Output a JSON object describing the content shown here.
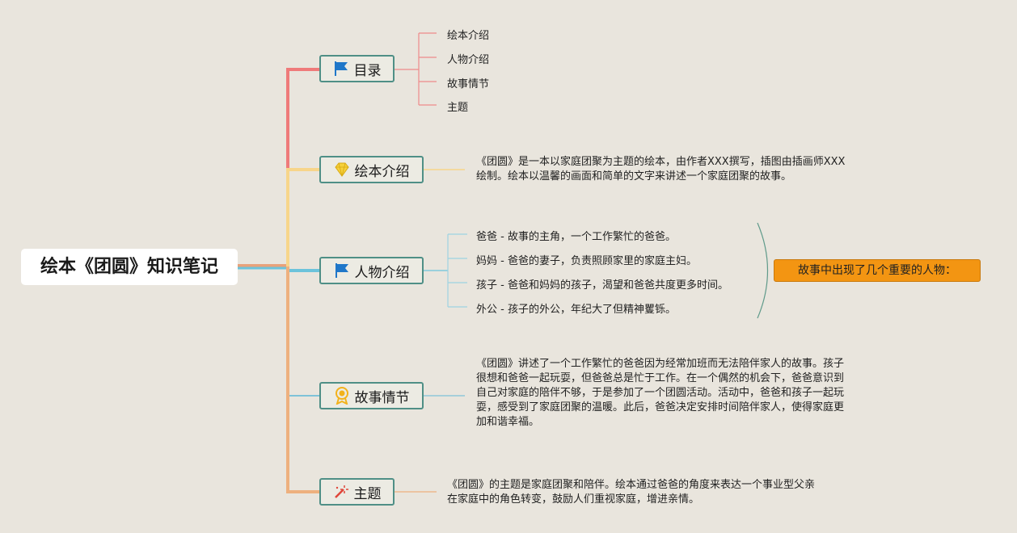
{
  "root": {
    "title": "绘本《团圆》知识笔记"
  },
  "branches": [
    {
      "label": "目录",
      "icon": "flag-icon",
      "color": "#ef7a7a"
    },
    {
      "label": "绘本介绍",
      "icon": "diamond-icon",
      "color": "#f7d58a"
    },
    {
      "label": "人物介绍",
      "icon": "flag-icon",
      "color": "#6cc3db"
    },
    {
      "label": "故事情节",
      "icon": "award-icon",
      "color": "#7ec2d8"
    },
    {
      "label": "主题",
      "icon": "magic-wand-icon",
      "color": "#eeb07e"
    }
  ],
  "toc": [
    "绘本介绍",
    "人物介绍",
    "故事情节",
    "主题"
  ],
  "intro_lines": [
    "《团圆》是一本以家庭团聚为主题的绘本，由作者XXX撰写，插图由插画师XXX",
    "绘制。绘本以温馨的画面和简单的文字来讲述一个家庭团聚的故事。"
  ],
  "characters": [
    "爸爸 - 故事的主角，一个工作繁忙的爸爸。",
    "妈妈 - 爸爸的妻子，负责照顾家里的家庭主妇。",
    "孩子 - 爸爸和妈妈的孩子，渴望和爸爸共度更多时间。",
    "外公 - 孩子的外公，年纪大了但精神矍铄。"
  ],
  "summary": "故事中出现了几个重要的人物：",
  "plot_lines": [
    "《团圆》讲述了一个工作繁忙的爸爸因为经常加班而无法陪伴家人的故事。孩子",
    "很想和爸爸一起玩耍，但爸爸总是忙于工作。在一个偶然的机会下，爸爸意识到",
    "自己对家庭的陪伴不够，于是参加了一个团圆活动。活动中，爸爸和孩子一起玩",
    "耍，感受到了家庭团聚的温暖。此后，爸爸决定安排时间陪伴家人，使得家庭更",
    "加和谐幸福。"
  ],
  "theme_lines": [
    "《团圆》的主题是家庭团聚和陪伴。绘本通过爸爸的角度来表达一个事业型父亲",
    "在家庭中的角色转变，鼓励人们重视家庭，增进亲情。"
  ]
}
